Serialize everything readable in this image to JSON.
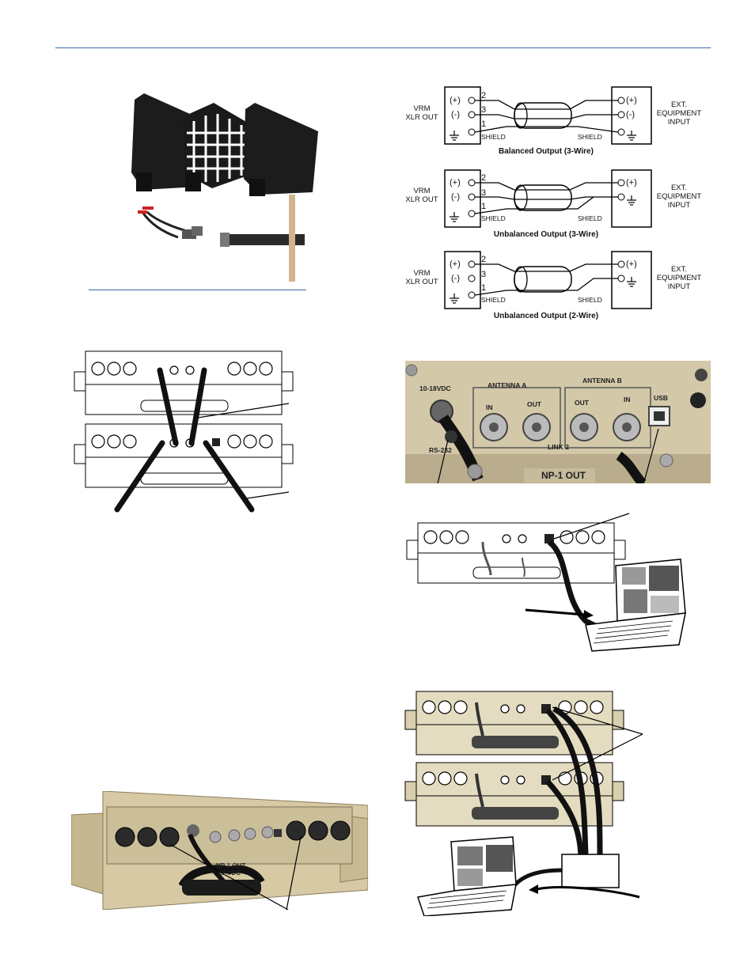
{
  "wiring": {
    "left_label_line1": "VRM",
    "left_label_line2": "XLR OUT",
    "right_label_line1": "EXT.",
    "right_label_line2": "EQUIPMENT",
    "right_label_line3": "INPUT",
    "pin_plus": "(+)",
    "pin_minus": "(-)",
    "pin_2": "2",
    "pin_3": "3",
    "pin_1": "1",
    "shield": "SHIELD",
    "captions": [
      "Balanced Output (3-Wire)",
      "Unbalanced Output (3-Wire)",
      "Unbalanced Output (2-Wire)"
    ]
  },
  "panel_photo": {
    "voltage": "10-18VDC",
    "antenna_a": "ANTENNA  A",
    "antenna_b": "ANTENNA  B",
    "usb": "USB",
    "in": "IN",
    "out": "OUT",
    "link2": "LINK 2",
    "rs232": "RS-232",
    "np1": "NP-1 OUT"
  },
  "rack_photo": {
    "np1": "NP-1 OUT",
    "vdc": "12 VDC"
  },
  "colors": {
    "rule": "#3a6aa5",
    "panel_tan": "#d9cfae",
    "dark": "#1a1a1a"
  }
}
